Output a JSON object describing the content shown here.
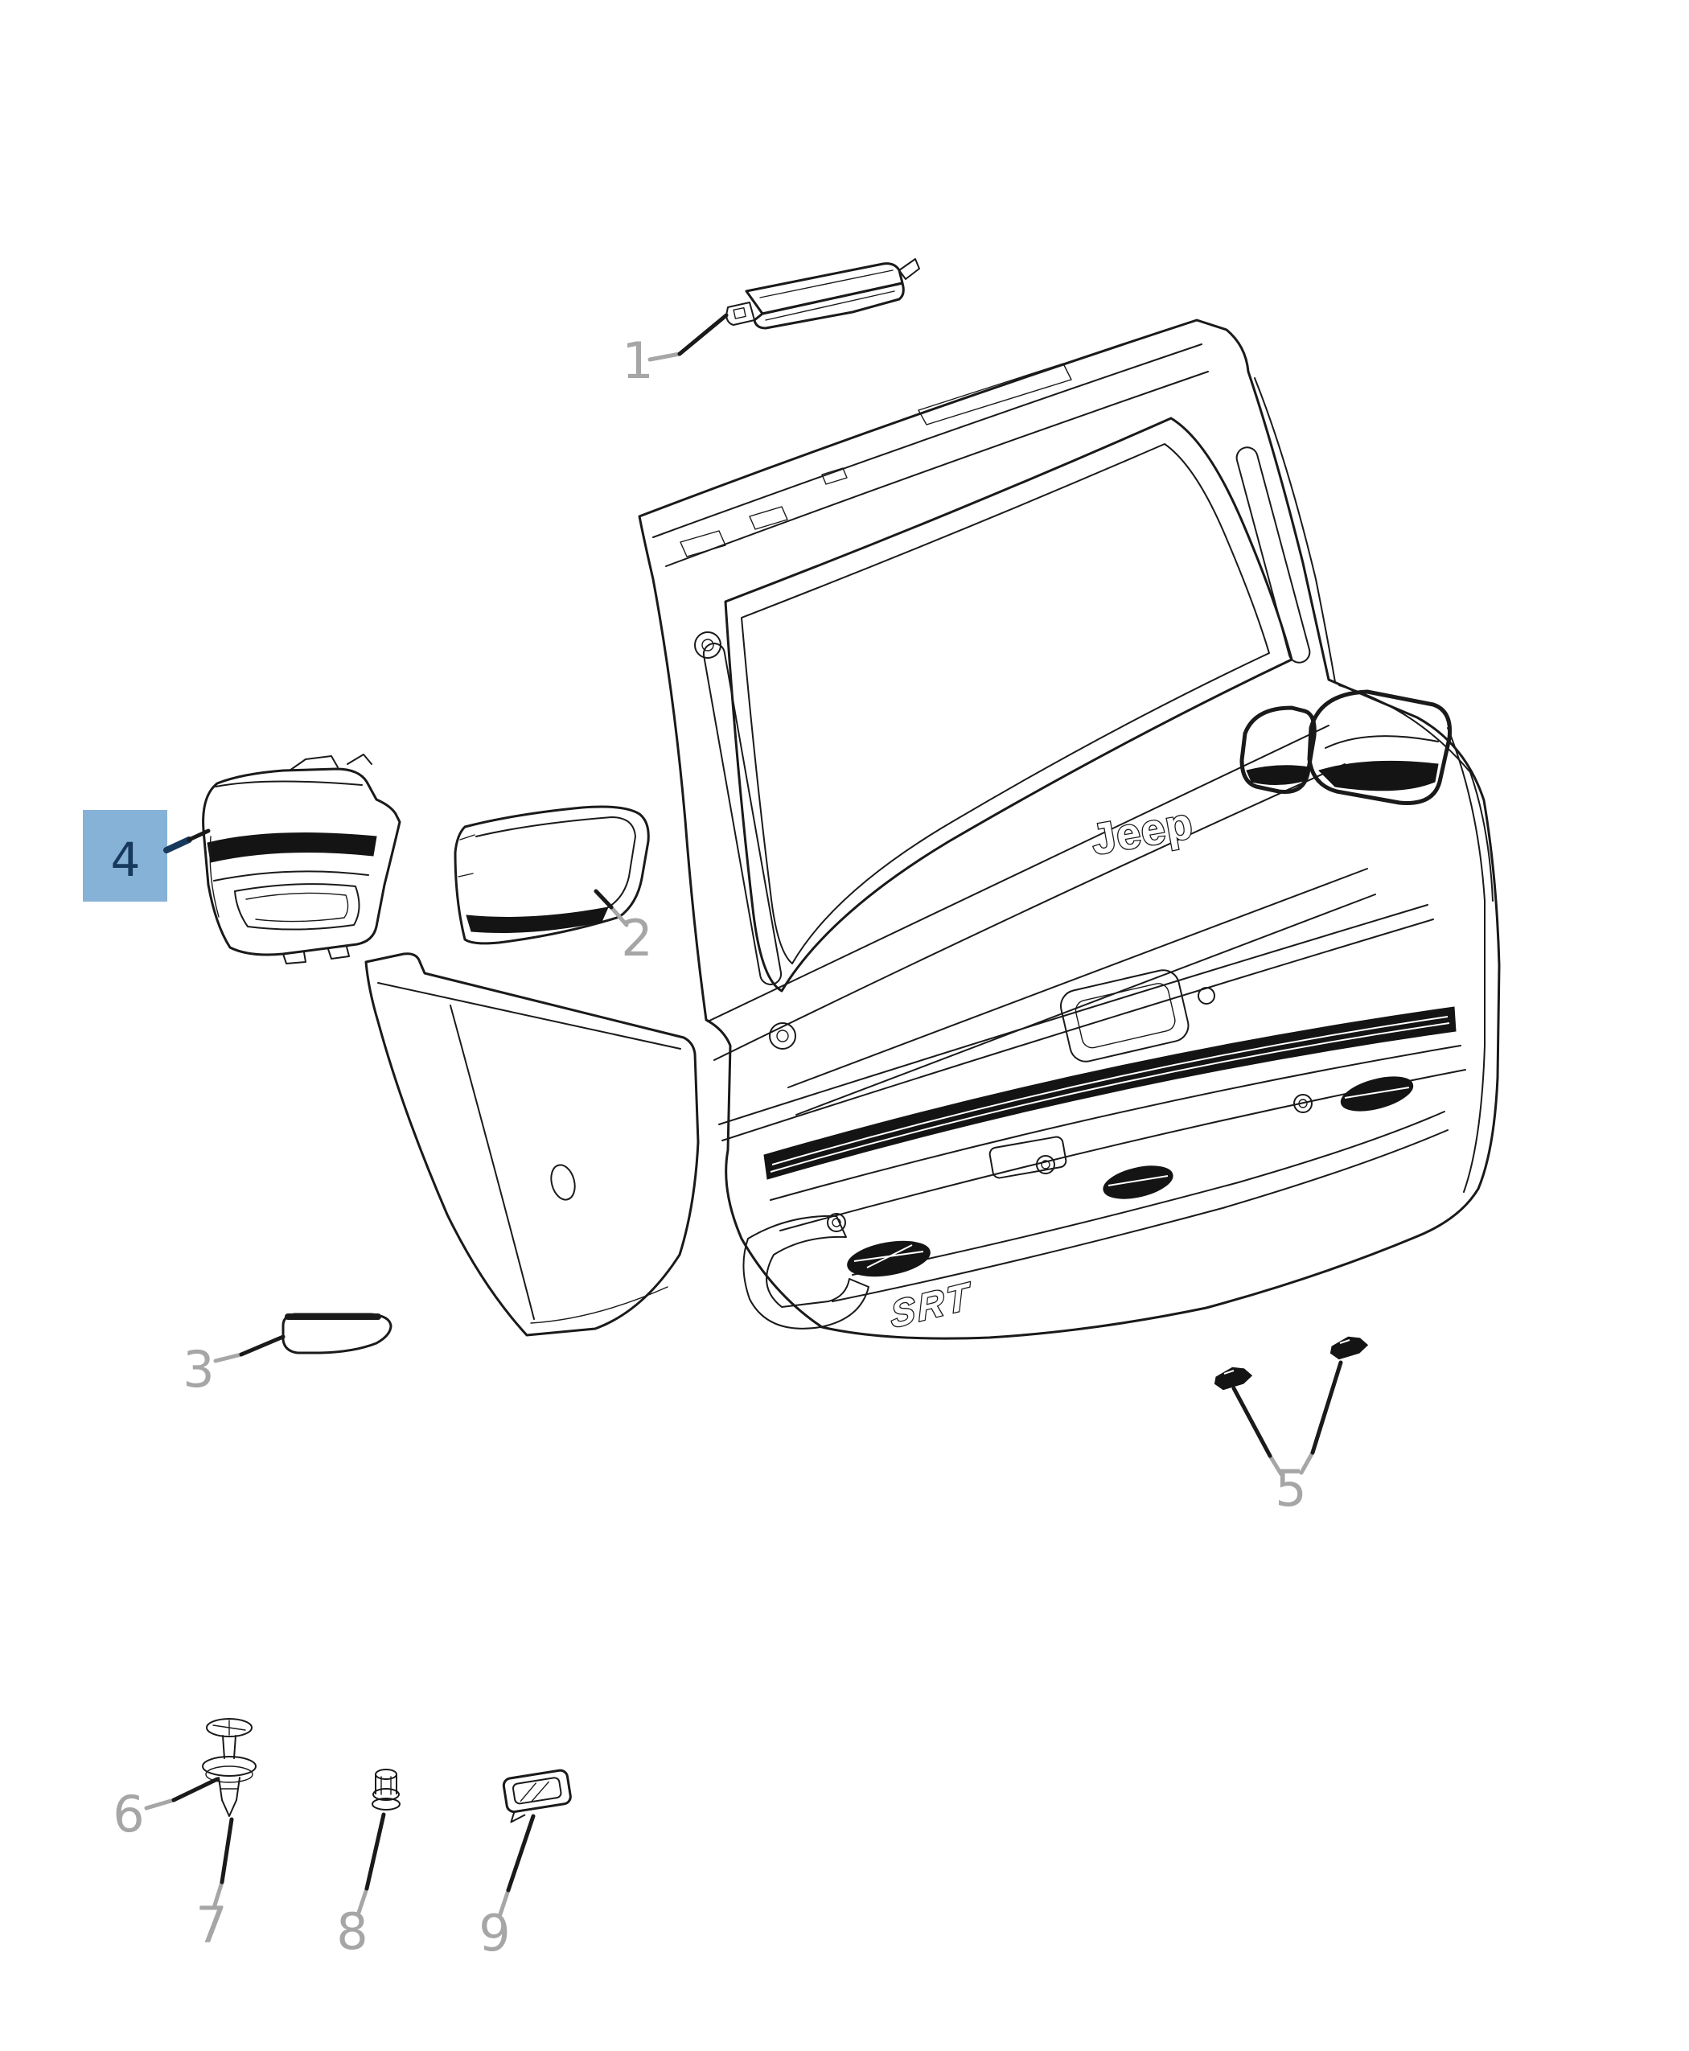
{
  "diagram": {
    "description_note": "",
    "badges": {
      "liftgate_badge": "Jeep",
      "fascia_badge": "SRT"
    },
    "colors": {
      "background": "#ffffff",
      "line": "#1a1a1a",
      "callout_gray": "#a6a6a6",
      "highlight_fill": "#86b2d8",
      "highlight_text": "#16395c"
    },
    "callouts": [
      {
        "number": "1",
        "highlighted": false
      },
      {
        "number": "2",
        "highlighted": false
      },
      {
        "number": "3",
        "highlighted": false
      },
      {
        "number": "4",
        "highlighted": true
      },
      {
        "number": "5",
        "highlighted": false
      },
      {
        "number": "6",
        "highlighted": false
      },
      {
        "number": "7",
        "highlighted": false
      },
      {
        "number": "8",
        "highlighted": false
      },
      {
        "number": "9",
        "highlighted": false
      }
    ]
  }
}
